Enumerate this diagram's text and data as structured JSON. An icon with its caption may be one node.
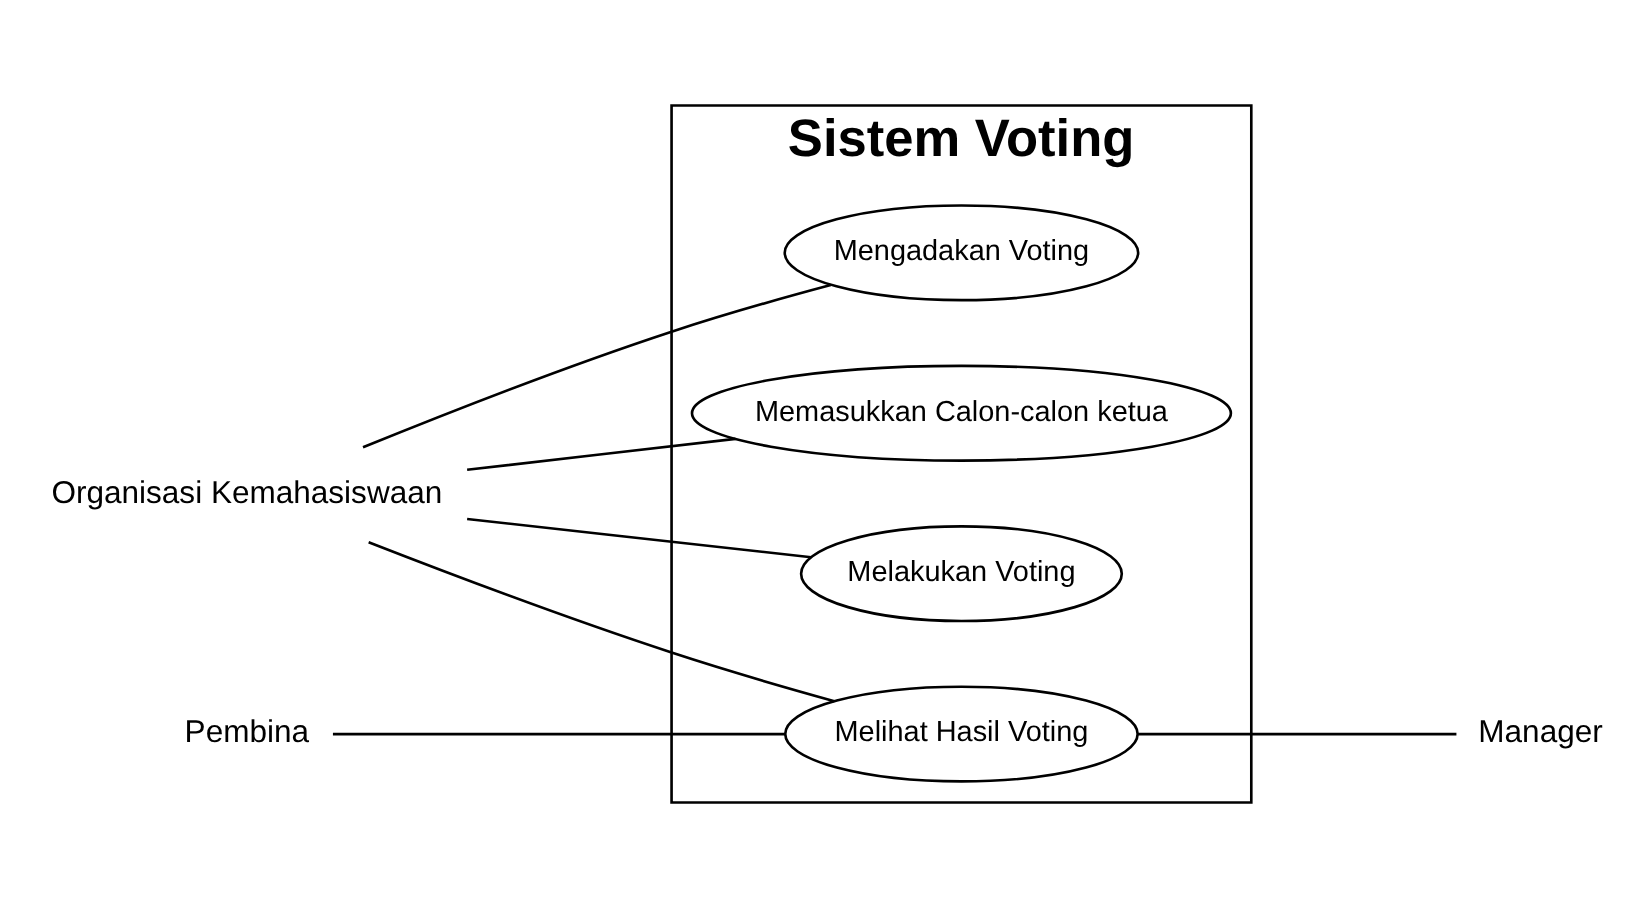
{
  "diagram": {
    "nodes": [
      {
        "text": [
          "Organisasi Kemahasiswaan"
        ]
      },
      {
        "text": [
          "Sistem Voting"
        ]
      },
      {
        "text": [
          "Mengadakan Voting"
        ],
        "in": 1
      },
      {
        "text": [
          "Memasukkan Calon-calon ketua"
        ],
        "in": 1
      },
      {
        "text": [
          "Melakukan Voting"
        ],
        "in": 1
      },
      {
        "text": [
          "Melihat Hasil Voting"
        ],
        "in": 1
      },
      {
        "text": [
          "Pembina"
        ]
      },
      {
        "text": [
          "Manager"
        ]
      }
    ],
    "edges": [
      {
        "from": 0,
        "to": 2,
        "arrow": "none"
      },
      {
        "from": 0,
        "to": 3,
        "arrow": "none"
      },
      {
        "from": 0,
        "to": 4,
        "arrow": "none"
      },
      {
        "from": 0,
        "to": 5,
        "arrow": "none"
      },
      {
        "from": 6,
        "to": 5,
        "arrow": "none"
      },
      {
        "from": 5,
        "to": 7,
        "arrow": "none"
      }
    ]
  }
}
